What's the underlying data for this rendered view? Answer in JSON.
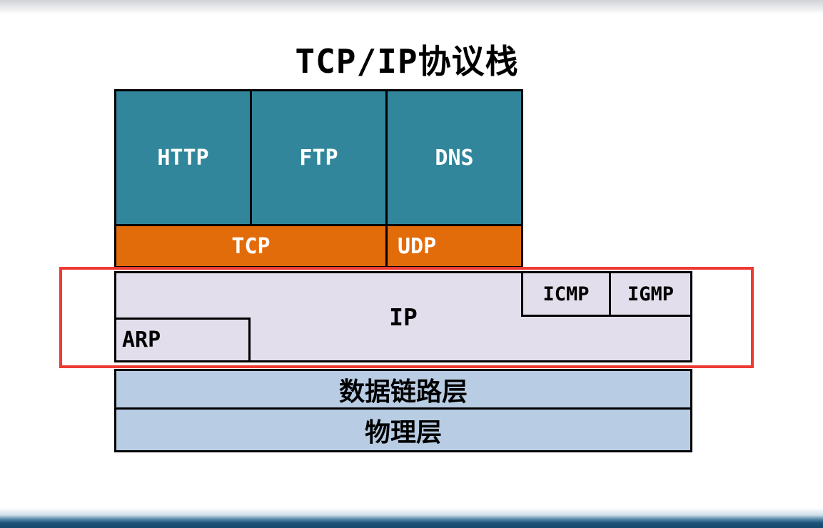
{
  "title": "TCP/IP协议栈",
  "colors": {
    "teal": "#31869B",
    "orange": "#E26B0A",
    "lavender": "#E2DEEC",
    "light_blue": "#B8CCE4",
    "highlight_red": "#EE3A33",
    "footer_bar": "#1B5377",
    "border_black": "#000000"
  },
  "stack": {
    "application": {
      "boxes": [
        {
          "label": "HTTP"
        },
        {
          "label": "FTP"
        },
        {
          "label": "DNS"
        }
      ]
    },
    "transport": {
      "boxes": [
        {
          "label": "TCP"
        },
        {
          "label": "UDP"
        }
      ]
    },
    "network": {
      "ip": "IP",
      "icmp": "ICMP",
      "igmp": "IGMP",
      "arp": "ARP"
    },
    "data_link": "数据链路层",
    "physical": "物理层"
  }
}
